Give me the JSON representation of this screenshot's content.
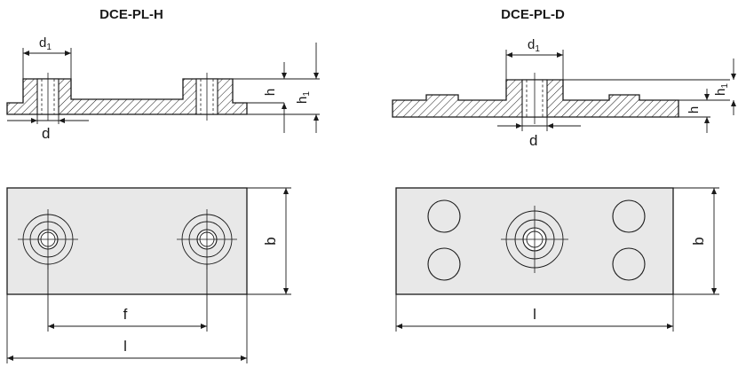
{
  "titles": {
    "left": "DCE-PL-H",
    "right": "DCE-PL-D"
  },
  "dimensions": {
    "d1": "d",
    "d1_sub": "1",
    "d": "d",
    "h": "h",
    "h1": "h",
    "h1_sub": "1",
    "b": "b",
    "f": "f",
    "l": "l"
  },
  "colors": {
    "plate_fill": "#e8e8e8",
    "line": "#1a1a1a"
  }
}
